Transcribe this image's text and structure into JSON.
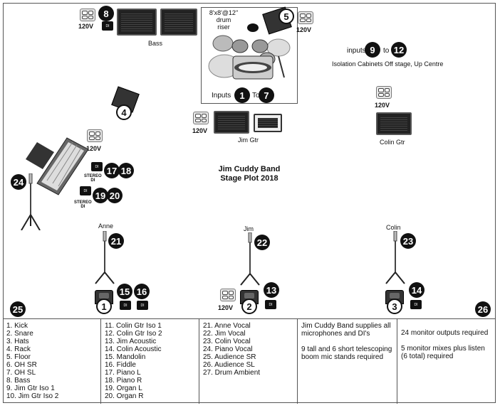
{
  "title": {
    "line1": "Jim Cuddy Band",
    "line2": "Stage Plot 2018"
  },
  "riser": {
    "label": "8'x8'@12\"\ndrum\nriser",
    "line1": "8'x8'@12\"",
    "line2": "drum",
    "line3": "riser",
    "inputs_word": "Inputs",
    "to_word": "To",
    "from": "1",
    "to": "7"
  },
  "iso_note": {
    "inputs_word": "inputs",
    "from": "9",
    "to_word": "to",
    "to": "12",
    "text": "Isolation Cabinets Off stage, Up Centre"
  },
  "voltage": "120V",
  "labels": {
    "bass": "Bass",
    "jim_gtr": "Jim Gtr",
    "colin_gtr": "Colin Gtr",
    "stereo_di": "STEREO\nDI",
    "stereo": "STEREO",
    "di": "DI",
    "anne": "Anne",
    "jim": "Jim",
    "colin": "Colin"
  },
  "badges": {
    "b4": "4",
    "b5": "5",
    "b8": "8",
    "b13": "13",
    "b14": "14",
    "b15": "15",
    "b16": "16",
    "b17": "17",
    "b18": "18",
    "b19": "19",
    "b20": "20",
    "b21": "21",
    "b22": "22",
    "b23": "23",
    "b24": "24",
    "b25": "25",
    "b26": "26"
  },
  "monitors": {
    "m1": "1",
    "m2": "2",
    "m3": "3"
  },
  "di_text": "DI",
  "legend": {
    "col1": [
      "1. Kick",
      "2. Snare",
      "3. Hats",
      "4. Rack",
      "5. Floor",
      "6. OH SR",
      "7. OH SL",
      "8. Bass",
      "9. Jim Gtr Iso 1",
      "10. Jim Gtr Iso 2"
    ],
    "col2": [
      "11. Colin Gtr Iso 1",
      "12. Colin Gtr Iso 2",
      "13. Jim Acoustic",
      "14. Colin Acoustic",
      "15. Mandolin",
      "16. Fiddle",
      "17. Piano L",
      "18. Piano R",
      "19. Organ L",
      "20. Organ R"
    ],
    "col3": [
      "21. Anne Vocal",
      "22. Jim Vocal",
      "23. Colin Vocal",
      "24. Piano Vocal",
      "25. Audience SR",
      "26. Audience SL",
      "27. Drum Ambient"
    ],
    "col4_a": "Jim Cuddy Band supplies all microphones and DI's",
    "col4_b": "9 tall and 6 short telescoping boom mic stands required",
    "col5_a": "24 monitor outputs required",
    "col5_b": "5 monitor mixes plus listen (6 total) required"
  }
}
